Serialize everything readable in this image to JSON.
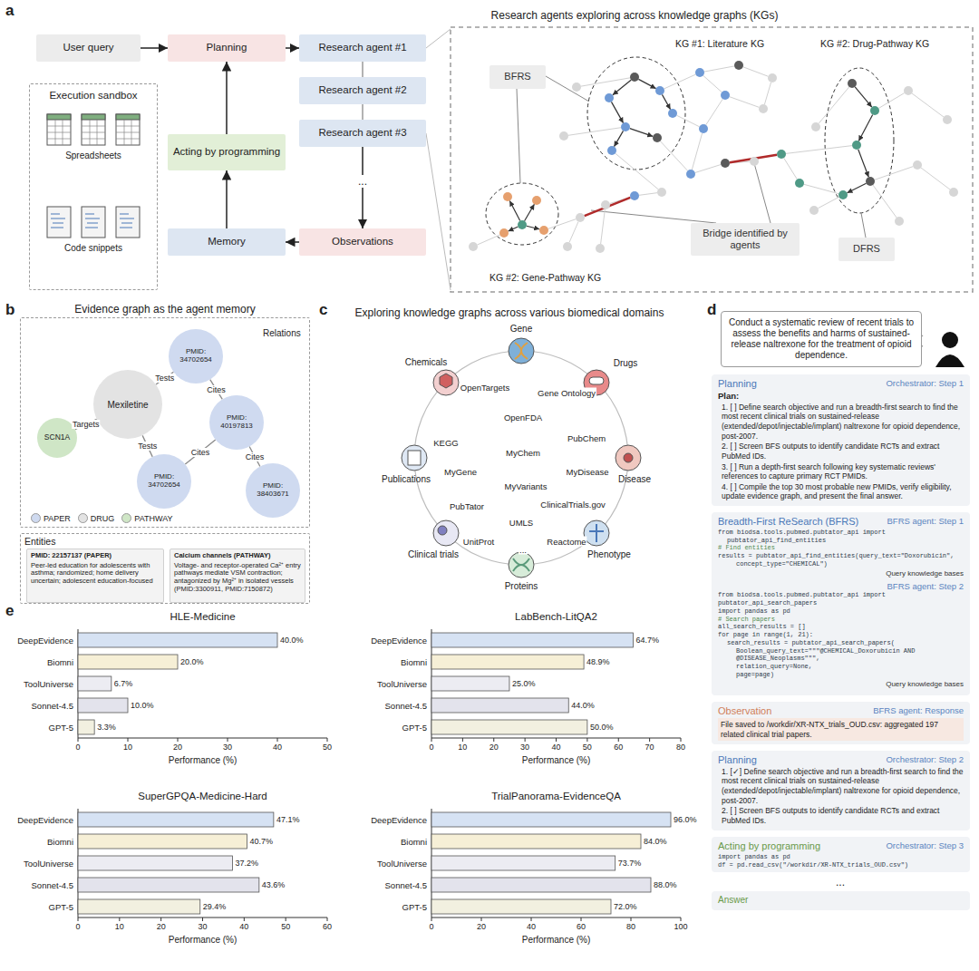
{
  "diagram": {
    "nodes": [
      {
        "text": [
          "User query"
        ]
      },
      {
        "text": [
          "Planning"
        ]
      },
      {
        "text": [
          "Research agent #1"
        ]
      },
      {
        "text": [
          "Research agent #2"
        ]
      },
      {
        "text": [
          "Research agent #3"
        ]
      },
      {
        "text": [
          "Observations"
        ]
      },
      {
        "text": [
          "Memory"
        ]
      },
      {
        "text": [
          "Acting by programming"
        ]
      },
      {
        "text": [
          "Execution sandbox"
        ]
      },
      {
        "text": [
          "BFRS"
        ]
      },
      {
        "text": [
          "DFRS"
        ]
      },
      {
        "text": [
          "Bridge identified by agents"
        ]
      },
      {
        "text": [
          "Evidence graph as the agent memory"
        ]
      },
      {
        "text": [
          "Mexiletine"
        ],
        "in": 12
      },
      {
        "text": [
          "SCN1A"
        ],
        "in": 12
      },
      {
        "text": [
          "PMID: 34702654"
        ],
        "in": 12
      },
      {
        "text": [
          "PMID: 40197813"
        ],
        "in": 12
      },
      {
        "text": [
          "PMID: 34702654"
        ],
        "in": 12
      },
      {
        "text": [
          "PMID: 38403671"
        ],
        "in": 12
      },
      {
        "text": [
          "Entities"
        ]
      },
      {
        "text": [
          "PMID: 22157137 (PAPER)",
          "Peer-led education for adolescents with asthma; randomized; home delivery uncertain; adolescent education-focused"
        ],
        "in": 19
      },
      {
        "text": [
          "Calcium channels (PATHWAY)",
          "Voltage- and receptor-operated Ca²⁺ entry pathways mediate VSM contraction; antagonized by Mg²⁺ in isolated vessels (PMID:3300911, PMID:7150872)"
        ],
        "in": 19
      },
      {
        "text": [
          "Conduct a systematic review of recent trials to assess the benefits and harms of sustained-release naltrexone for the treatment of opioid dependence."
        ]
      },
      {
        "text": [
          "Planning",
          "Orchestrator: Step 1",
          "Plan:",
          "1. [ ] Define search objective and run a breadth-first search to find the most recent clinical trials on sustained-release (extended/depot/injectable/implant) naltrexone for opioid dependence, post-2007.",
          "2. [ ] Screen BFS outputs to identify candidate RCTs and extract PubMed IDs.",
          "3. [ ] Run a depth-first search following key systematic reviews' references to capture primary RCT PMIDs.",
          "4. [ ] Compile the top 30 most probable new PMIDs, verify eligibility, update evidence graph, and present the final answer."
        ]
      },
      {
        "text": [
          "Breadth-First ReSearch (BFRS)",
          "BFRS agent: Step 1",
          "from biodsa.tools.pubmed.pubtator_api import",
          "pubtator_api_find_entities",
          "# Find entities",
          "results = pubtator_api_find_entities(query_text=\"Doxorubicin\",",
          "concept_type=\"CHEMICAL\")",
          "Query knowledge bases",
          "BFRS agent: Step 2",
          "from biodsa.tools.pubmed.pubtator_api import pubtator_api_search_papers",
          "import pandas as pd",
          "# Search papers",
          "all_search_results = []",
          "for page in range(1, 21):",
          "search_results = pubtator_api_search_papers(",
          "Boolean_query_text=\"\"\"@CHEMICAL_Doxorubicin AND",
          "@DISEASE_Neoplasms\"\"\",",
          "relation_query=None,",
          "page=page)",
          "Query knowledge bases"
        ]
      },
      {
        "text": [
          "Observation",
          "BFRS agent: Response",
          "File saved to /workdir/XR-NTX_trials_OUD.csv: aggregated 197 related clinical trial papers."
        ]
      },
      {
        "text": [
          "Planning",
          "Orchestrator: Step 2",
          "1. [✓] Define search objective and run a breadth-first search to find the most recent clinical trials on sustained-release (extended/depot/injectable/implant) naltrexone for opioid dependence, post-2007.",
          "2. [ ] Screen BFS outputs to identify candidate RCTs and extract PubMed IDs."
        ]
      },
      {
        "text": [
          "Acting by programming",
          "Orchestrator: Step 3",
          "import pandas as pd",
          "df = pd.read_csv(\"/workdir/XR-NTX_trials_OUD.csv\")"
        ]
      },
      {
        "text": [
          "Answer"
        ]
      }
    ],
    "edges": [
      {
        "from": 0,
        "to": 1,
        "arrow": "to"
      },
      {
        "from": 1,
        "to": 2,
        "arrow": "to"
      },
      {
        "from": 2,
        "to": 3,
        "arrow": "none"
      },
      {
        "from": 3,
        "to": 4,
        "arrow": "none"
      },
      {
        "from": 4,
        "to": 5,
        "arrow": "to"
      },
      {
        "from": 5,
        "to": 6,
        "arrow": "to"
      },
      {
        "from": 6,
        "to": 7,
        "arrow": "to"
      },
      {
        "from": 7,
        "to": 1,
        "arrow": "to"
      },
      {
        "from": 13,
        "to": 15,
        "label": "Tests",
        "arrow": "none"
      },
      {
        "from": 13,
        "to": 14,
        "label": "Targets",
        "arrow": "none"
      },
      {
        "from": 13,
        "to": 17,
        "label": "Tests",
        "arrow": "none"
      },
      {
        "from": 16,
        "to": 15,
        "label": "Cites",
        "arrow": "none"
      },
      {
        "from": 17,
        "to": 16,
        "label": "Cites",
        "arrow": "none"
      },
      {
        "from": 16,
        "to": 18,
        "label": "Cites",
        "arrow": "none"
      }
    ],
    "labels": [
      "a",
      "b",
      "c",
      "d",
      "e",
      "Research agents exploring across knowledge graphs (KGs)",
      "Spreadsheets",
      "Code snippets",
      "...",
      "KG #1: Literature KG",
      "KG #2: Drug-Pathway KG",
      "KG #2: Gene-Pathway KG",
      "Relations",
      "Exploring knowledge graphs across various biomedical domains",
      "Gene",
      "Drugs",
      "Disease",
      "Phenotype",
      "Proteins",
      "Clinical trials",
      "Publications",
      "Chemicals",
      "OpenTargets",
      "Gene Ontology",
      "OpenFDA",
      "PubChem",
      "KEGG",
      "MyChem",
      "MyGene",
      "MyDisease",
      "MyVariants",
      "PubTator",
      "ClinicalTrials.gov",
      "UMLS",
      "UnitProt",
      "Reactome",
      "...",
      "...",
      "HLE-Medicine",
      "DeepEvidence",
      "Biomni",
      "ToolUniverse",
      "Sonnet-4.5",
      "GPT-5",
      "40.0%",
      "20.0%",
      "6.7%",
      "10.0%",
      "3.3%",
      "0",
      "10",
      "20",
      "30",
      "40",
      "50",
      "Performance (%)",
      "LabBench-LitQA2",
      "DeepEvidence",
      "Biomni",
      "ToolUniverse",
      "Sonnet-4.5",
      "GPT-5",
      "64.7%",
      "48.9%",
      "25.0%",
      "44.0%",
      "50.0%",
      "0",
      "10",
      "20",
      "30",
      "40",
      "50",
      "60",
      "70",
      "80",
      "Performance (%)",
      "SuperGPQA-Medicine-Hard",
      "DeepEvidence",
      "Biomni",
      "ToolUniverse",
      "Sonnet-4.5",
      "GPT-5",
      "47.1%",
      "40.7%",
      "37.2%",
      "43.6%",
      "29.4%",
      "0",
      "10",
      "20",
      "30",
      "40",
      "50",
      "60",
      "Performance (%)",
      "TrialPanorama-EvidenceQA",
      "DeepEvidence",
      "Biomni",
      "ToolUniverse",
      "Sonnet-4.5",
      "GPT-5",
      "96.0%",
      "84.0%",
      "73.7%",
      "88.0%",
      "72.0%",
      "0",
      "20",
      "40",
      "60",
      "80",
      "100",
      "Performance (%)"
    ],
    "legend": [
      {
        "text": "PAPER",
        "color": "#cfdaf0"
      },
      {
        "text": "DRUG",
        "color": "#e3e3e3"
      },
      {
        "text": "PATHWAY",
        "color": "#cfe6c6"
      }
    ]
  }
}
